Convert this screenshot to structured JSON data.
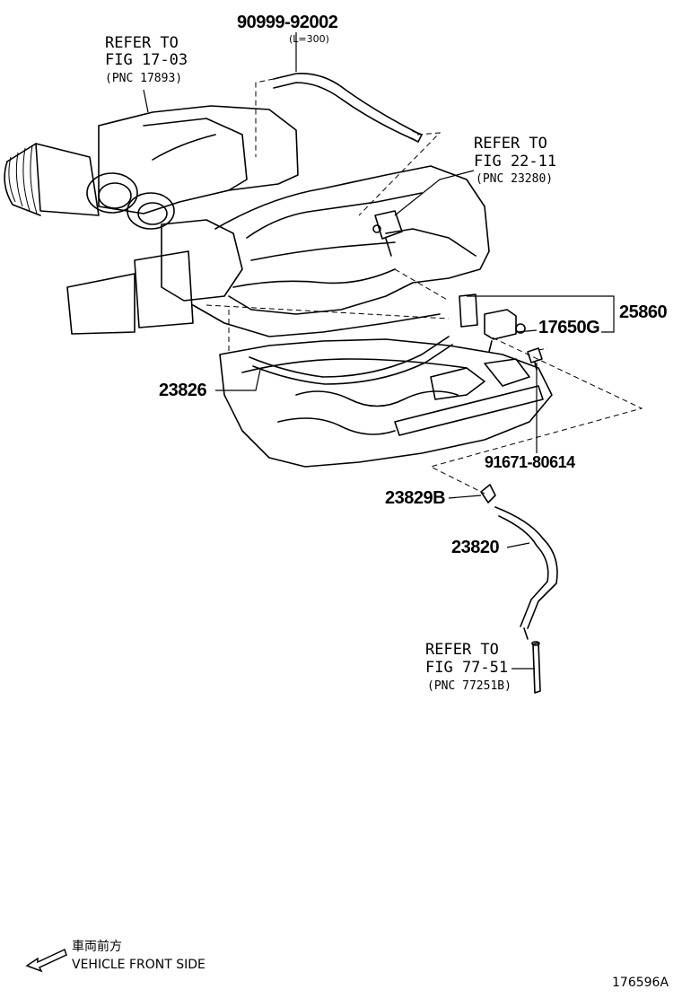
{
  "labels": {
    "hose_top_part": "90999-92002",
    "hose_top_length": "(L=300)",
    "ref_air_line1": "REFER TO",
    "ref_air_line2": "FIG 17-03",
    "ref_air_line3": "(PNC 17893)",
    "ref_vsv_line1": "REFER TO",
    "ref_vsv_line2": "FIG 22-11",
    "ref_vsv_line3": "(PNC 23280)",
    "part_25860": "25860",
    "part_17650G": "17650G",
    "part_23826": "23826",
    "part_91671": "91671-80614",
    "part_23829B": "23829B",
    "part_23820": "23820",
    "ref_brake_line1": "REFER TO",
    "ref_brake_line2": "FIG 77-51",
    "ref_brake_line3": "(PNC 77251B)"
  },
  "footer": {
    "front_jp": "車両前方",
    "front_en": "VEHICLE FRONT SIDE",
    "drawing_number": "176596A"
  },
  "icons": {
    "front_arrow": "arrow-left-down-icon"
  }
}
